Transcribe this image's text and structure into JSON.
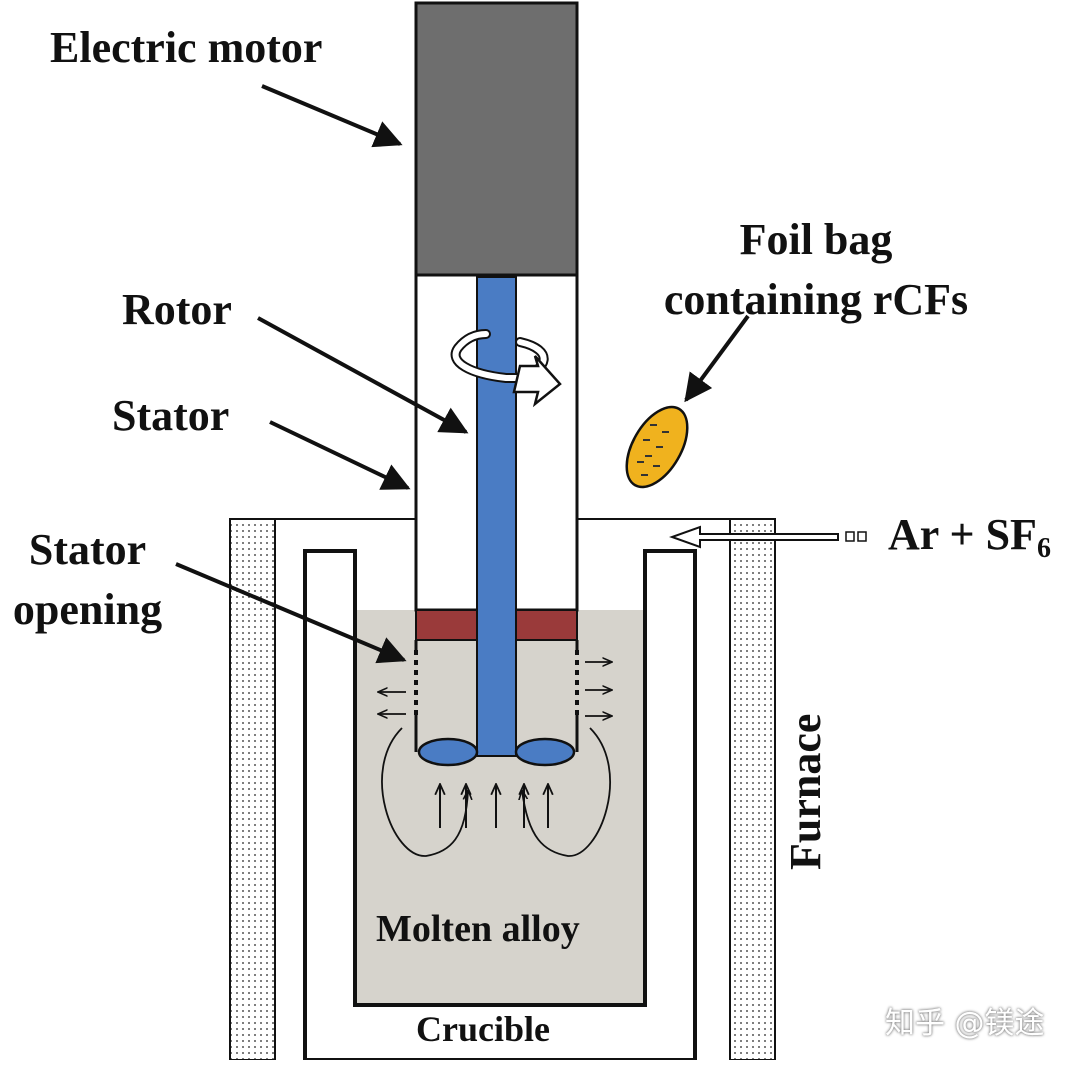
{
  "labels": {
    "electric_motor": "Electric motor",
    "rotor": "Rotor",
    "stator": "Stator",
    "stator_opening_line1": "Stator",
    "stator_opening_line2": "opening",
    "foil_bag_line1": "Foil bag",
    "foil_bag_line2": "containing rCFs",
    "gas_main": "Ar + SF",
    "gas_subscript": "6",
    "molten_alloy": "Molten alloy",
    "crucible": "Crucible",
    "furnace": "Furnace",
    "watermark": "知乎 @镁途"
  },
  "colors": {
    "motor": "#6e6e6e",
    "rotor": "#4a7cc4",
    "seal": "#9a3a3a",
    "molten": "#d6d3cc",
    "foil_bag": "#f0b21e",
    "outline": "#111111"
  },
  "icons": {
    "rotation": "rotation-arrow-icon",
    "gas_inlet": "hollow-arrow-icon"
  }
}
